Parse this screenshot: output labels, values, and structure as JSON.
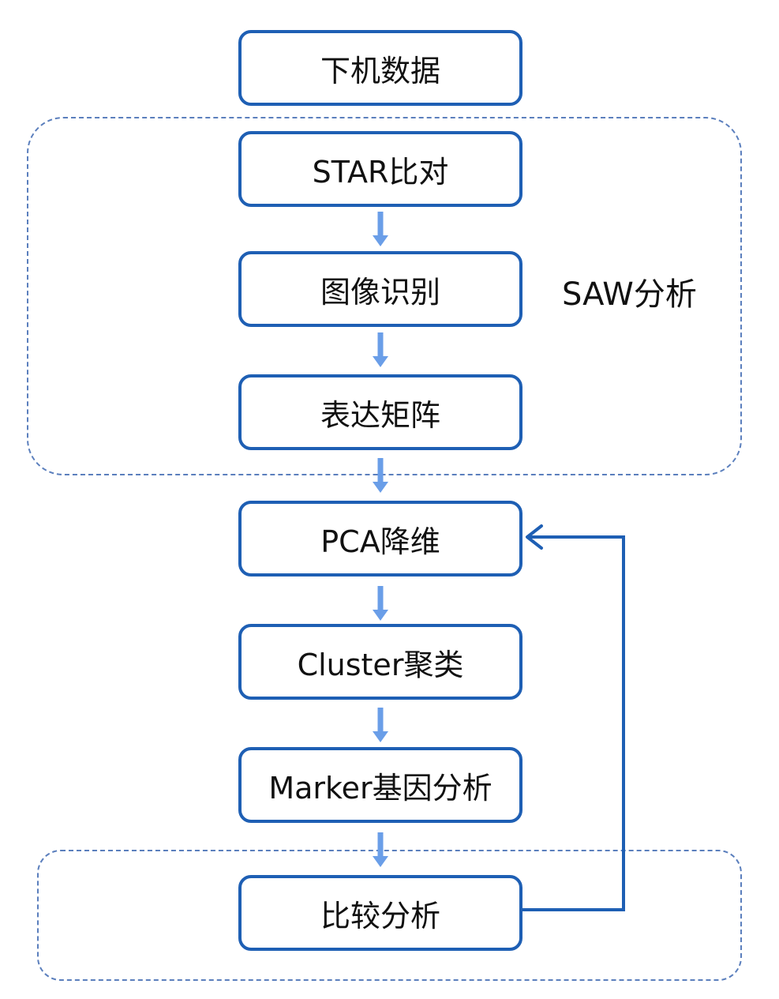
{
  "nodes": [
    {
      "label": "下机数据"
    },
    {
      "label": "STAR比对"
    },
    {
      "label": "图像识别"
    },
    {
      "label": "表达矩阵"
    },
    {
      "label": "PCA降维"
    },
    {
      "label": "Cluster聚类"
    },
    {
      "label": "Marker基因分析"
    },
    {
      "label": "比较分析"
    }
  ],
  "groups": {
    "saw": {
      "label": "SAW分析"
    }
  },
  "colors": {
    "node_border": "#1e5fb4",
    "flow_arrow": "#6a9ee8",
    "loop_arrow": "#1e5fb4",
    "group_border": "#5b7fbd"
  }
}
